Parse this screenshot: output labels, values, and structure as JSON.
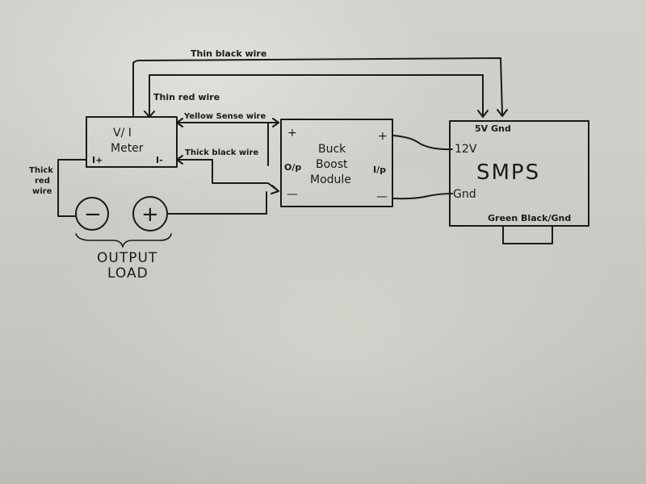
{
  "wire_labels": {
    "thin_black": "Thin black wire",
    "thin_red": "Thin red wire",
    "yellow_sense": "Yellow Sense wire",
    "thick_black": "Thick black wire",
    "thick_red_line1": "Thick",
    "thick_red_line2": "red",
    "thick_red_line3": "wire"
  },
  "vi_meter": {
    "title_line1": "V/ I",
    "title_line2": "Meter",
    "i_plus": "I+",
    "i_minus": "I-"
  },
  "buck_boost": {
    "title_line1": "Buck",
    "title_line2": "Boost",
    "title_line3": "Module",
    "plus_left": "+",
    "minus_left": "—",
    "output": "O/p",
    "input": "I/p",
    "plus_right": "+",
    "minus_right": "—"
  },
  "smps": {
    "title": "SMPS",
    "five_v_gnd": "5V Gnd",
    "v12": "12V",
    "gnd": "Gnd",
    "green_black_gnd": "Green Black/Gnd"
  },
  "load": {
    "minus": "−",
    "plus": "+",
    "label_line1": "OUTPUT",
    "label_line2": "LOAD"
  }
}
